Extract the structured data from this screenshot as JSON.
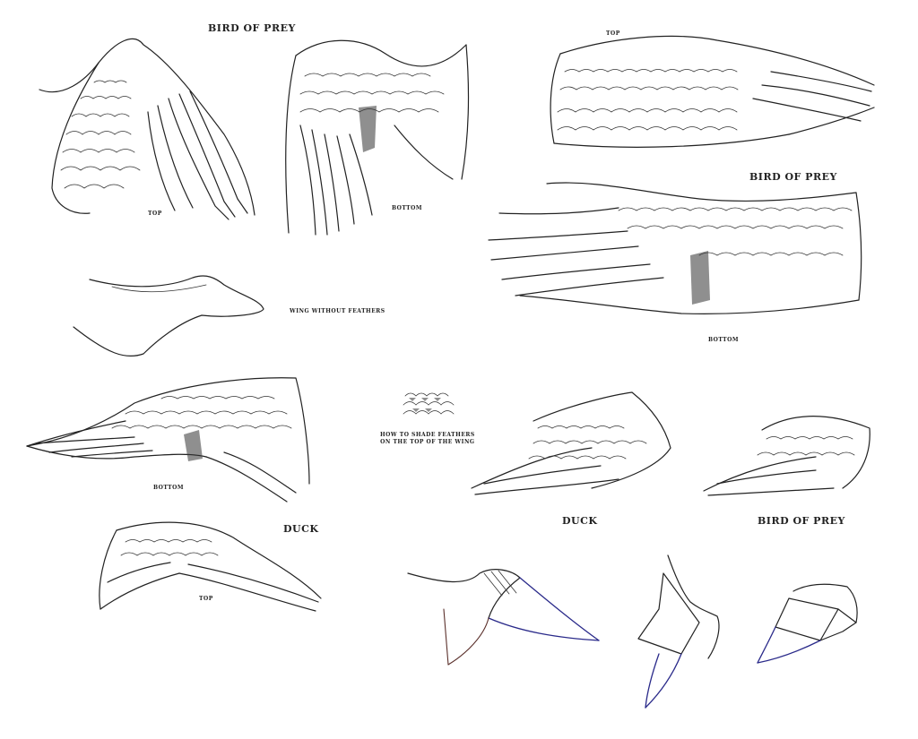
{
  "labels": {
    "bird_of_prey_1": "Bird of Prey",
    "top_1": "Top",
    "bottom_1": "Bottom",
    "wing_without_feathers": "Wing without feathers",
    "bottom_2": "Bottom",
    "duck_1": "Duck",
    "top_2": "Top",
    "top_3": "Top",
    "bird_of_prey_2": "Bird of Prey",
    "bottom_3": "Bottom",
    "shade_line1": "How to shade feathers",
    "shade_line2": "on the top of the wing",
    "duck_2": "Duck",
    "bird_of_prey_3": "Bird of Prey"
  }
}
